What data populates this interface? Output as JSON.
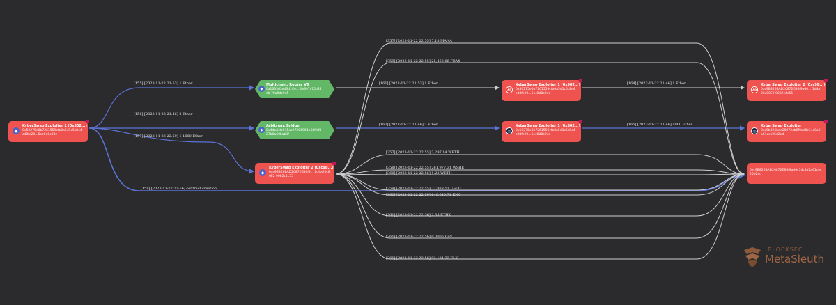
{
  "colors": {
    "background": "#2b2b2e",
    "node_red": "#ef5350",
    "node_green": "#62b867",
    "edge_blue": "#5b74d6",
    "edge_grey": "#cfcfcf"
  },
  "nodes": {
    "source": {
      "title": "KyberSwap Exploiter 1 (0x502...)",
      "address": "0x50275e0b7261559cfb0a5d1c5c8e4cd8fe20...5ec0d8c0dc",
      "icon": "eth-icon"
    },
    "multichain": {
      "title": "Multichain: Router V6",
      "address": "0x1633d3e43d1Ce... 0e397c75d24eb 70a0dc9e5",
      "icon": "eth-icon"
    },
    "arbitrum": {
      "title": "Arbitrum: Bridge",
      "address": "0x4dbd4fc535ac27206064b68ffcf827b0a60bab3f",
      "icon": "eth-icon"
    },
    "exploiter2": {
      "title": "KyberSwap Exploiter 2 (0xc9B...)",
      "address": "0xc9B826BAD20872EB6f9... 1d4a26c80E2 9082c4c55",
      "icon": "eth-icon"
    },
    "bsc_exploiter": {
      "title": "KyberSwap Exploiter 1 (0x502...)",
      "address": "0x50275e0b7261559cfb0a5d1c5c8e4cd8fe20...5ec0d8c0dc",
      "icon": "bnb-icon"
    },
    "arb_exploiter": {
      "title": "KyberSwap Exploiter 1 (0x502...)",
      "address": "0x50275e0b7261559cfb0a5d1c5c8e4cd8fe20...5ec0d8c0dc",
      "icon": "arb-icon"
    },
    "bsc_exploiter_b": {
      "title": "KyberSwap Exploiter 2 (0xc9B...)",
      "address": "0xc9B826BAD20872EB6f9ad0... 1d4a26c80E2 9082c4c55",
      "icon": "bnb-icon"
    },
    "arb_exploiter_b": {
      "title": "KyberSwap Exploiter",
      "address": "0xc9b826bad20872eb6f9ad0c14c8a2a61cec25d2ed",
      "icon": "arb-icon"
    },
    "receiver": {
      "title": "",
      "address": "0xc9B826BAD20872EB6f9ad0c14c8a2a61cec 25d2ed",
      "icon": ""
    }
  },
  "edges": [
    {
      "id": "[155]",
      "label": "[2023-11-22 21:53] 1 Ether"
    },
    {
      "id": "[156]",
      "label": "[2023-11-22 21:46] 2 Ether"
    },
    {
      "id": "[157]",
      "label": "[2023-11-22 22:59] 1 1000 Ether"
    },
    {
      "id": "[158]",
      "label": "[2023-11-22 22:56] contract creation"
    },
    {
      "id": "[161]",
      "label": "[2023-11-22 21:53] 1 Ether"
    },
    {
      "id": "[162]",
      "label": "[2023-11-22 21:46] 2 Ether"
    },
    {
      "id": "[164]",
      "label": "[2023-11-22 21:46] 1 Ether"
    },
    {
      "id": "[165]",
      "label": "[2023-11-22 21:46] 1000 Ether"
    },
    {
      "id": "[357]",
      "label": "[2023-11-22 22:55] 7.18 MANA"
    },
    {
      "id": "[359]",
      "label": "[2023-11-22 22:55] 25,463.86 FRAX"
    },
    {
      "id": "[357]",
      "label": "[2023-11-22 22:55] 3,297.14 WETH"
    },
    {
      "id": "[358]",
      "label": "[2023-11-22 22:55] 261,977.31 WSHE"
    },
    {
      "id": "[360]",
      "label": "[2023-11-22 22:56] 1.28 WETH"
    },
    {
      "id": "[359]",
      "label": "[2023-11-22 22:55] 72,938.51 USDC"
    },
    {
      "id": "[360]",
      "label": "[2023-11-22 22:56] 640,040.71 KNC"
    },
    {
      "id": "[361]",
      "label": "[2023-11-22 22:56] 2.35 ETHX"
    },
    {
      "id": "[361]",
      "label": "[2023-11-22 22:56] 0.0006 DAV"
    },
    {
      "id": "[361]",
      "label": "[2023-11-22 22:56] 92,134.32 ELK"
    }
  ],
  "logo": {
    "top_text": "BLOCKSEC",
    "name": "MetaSleuth"
  }
}
